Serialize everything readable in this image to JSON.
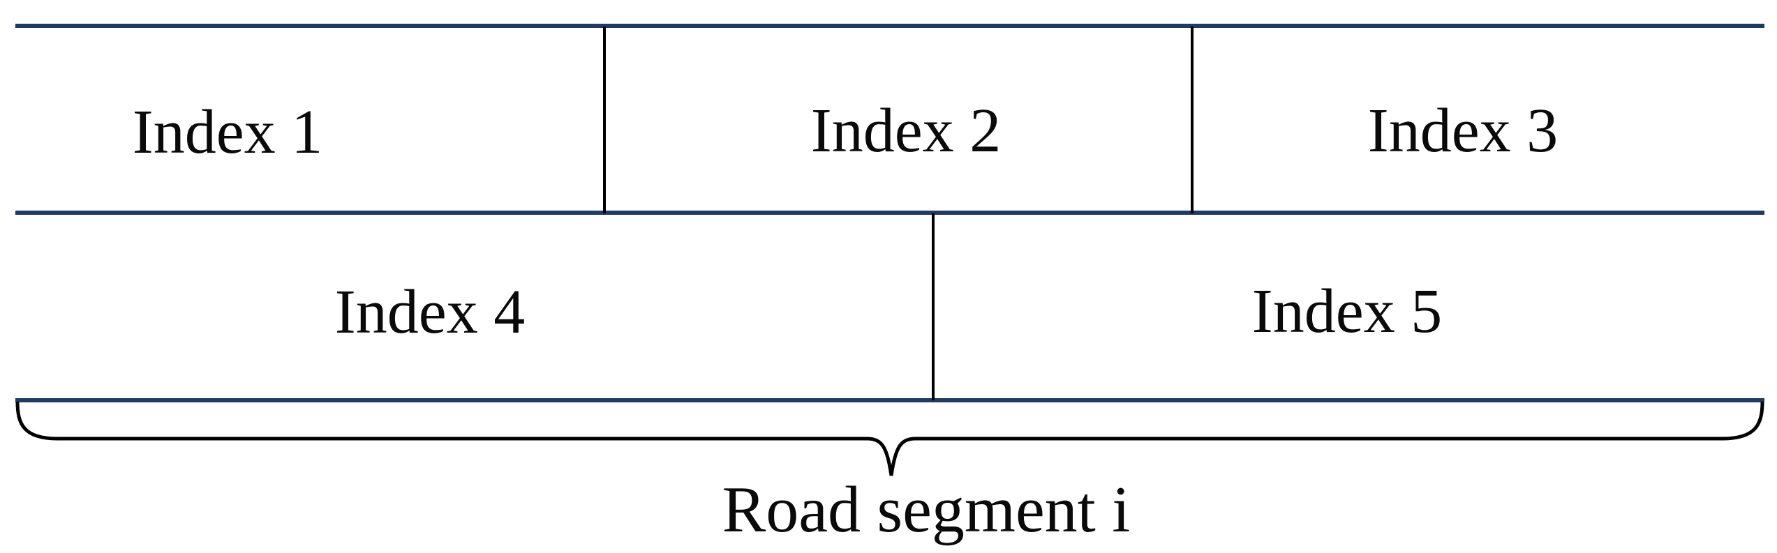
{
  "figure": {
    "top_row": {
      "cells": [
        {
          "label": "Index 1"
        },
        {
          "label": "Index 2"
        },
        {
          "label": "Index 3"
        }
      ]
    },
    "bottom_row": {
      "cells": [
        {
          "label": "Index 4"
        },
        {
          "label": "Index 5"
        }
      ]
    },
    "caption": "Road segment i"
  },
  "colors": {
    "line_navy": "#203a61",
    "divider_black": "#000000",
    "text_black": "#0a0a0a",
    "background": "#ffffff"
  }
}
